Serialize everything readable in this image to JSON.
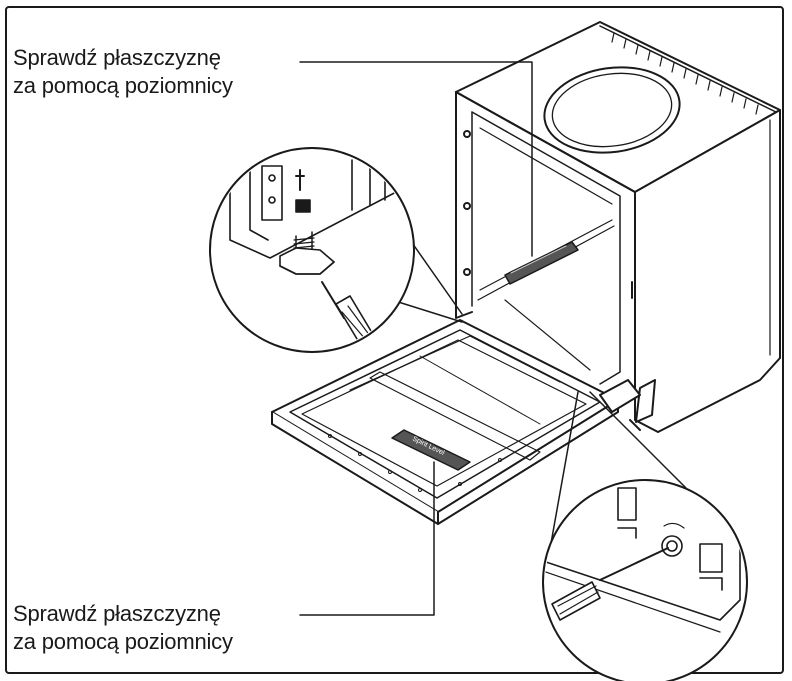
{
  "callouts": {
    "top": {
      "line1": "Sprawdź płaszczyznę",
      "line2": "za pomocą poziomnicy"
    },
    "bottom": {
      "line1": "Sprawdź płaszczyznę",
      "line2": "za pomocą poziomnicy"
    }
  },
  "level_labels": {
    "door_level": "Spirit Level"
  },
  "colors": {
    "line": "#1a1a1a",
    "level_fill": "#555555",
    "background": "#ffffff"
  }
}
